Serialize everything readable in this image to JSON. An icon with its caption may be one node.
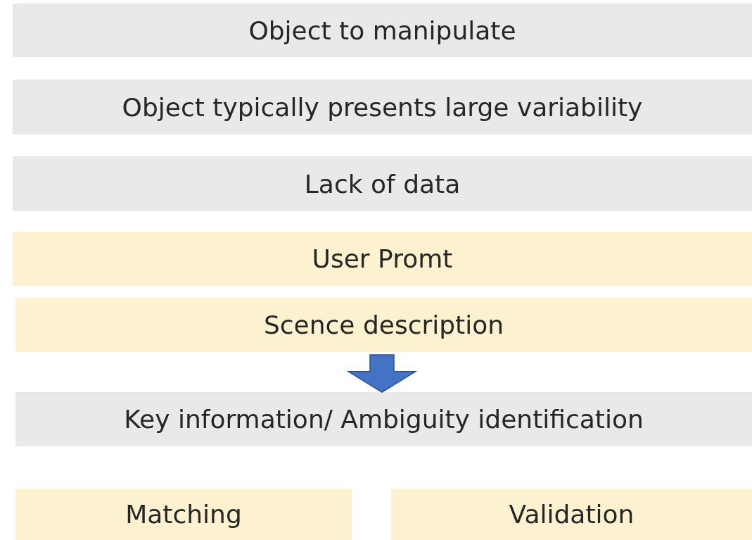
{
  "diagram": {
    "nodes": [
      {
        "text": [
          "Object to manipulate"
        ]
      },
      {
        "text": [
          "Object typically presents large variability"
        ]
      },
      {
        "text": [
          "Lack of data"
        ]
      },
      {
        "text": [
          "User Promt"
        ]
      },
      {
        "text": [
          "Scence description"
        ]
      },
      {
        "text": [
          "Key information/ Ambiguity identification"
        ]
      },
      {
        "text": [
          "Matching"
        ]
      },
      {
        "text": [
          "Validation"
        ]
      }
    ],
    "edges": [
      {
        "from": 4,
        "to": 5,
        "arrow": "to",
        "style": "thick",
        "color": "#4472c4"
      }
    ]
  }
}
